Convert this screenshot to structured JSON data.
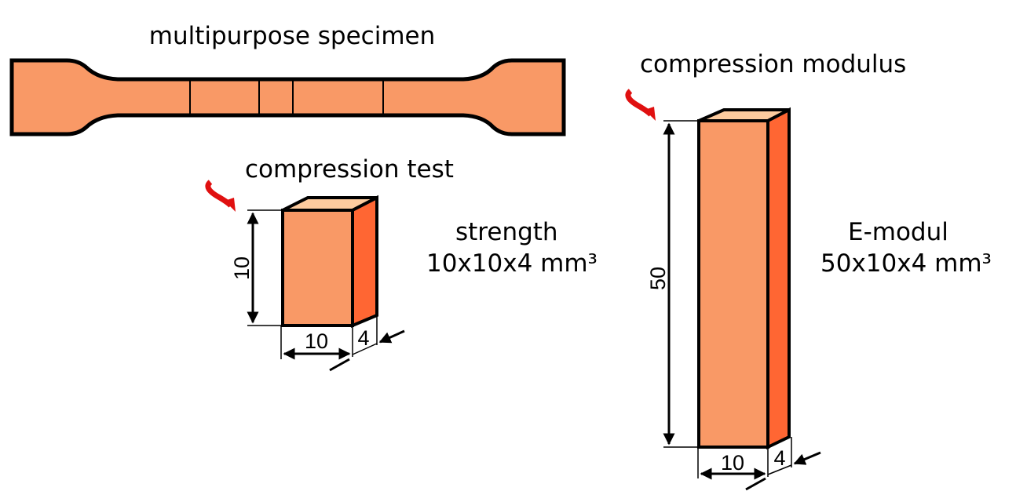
{
  "titles": {
    "specimen": "multipurpose specimen",
    "compression_test": "compression test",
    "compression_modulus": "compression modulus"
  },
  "small_block": {
    "label": "strength",
    "size": "10x10x4 mm³",
    "height_dim": "10",
    "width_dim": "10",
    "depth_dim": "4"
  },
  "large_block": {
    "label": "E-modul",
    "size": "50x10x4 mm³",
    "height_dim": "50",
    "width_dim": "10",
    "depth_dim": "4"
  },
  "colors": {
    "front": "#F99966",
    "side": "#FF6633",
    "top": "#FDCB9E",
    "arrow": "#E01010"
  }
}
